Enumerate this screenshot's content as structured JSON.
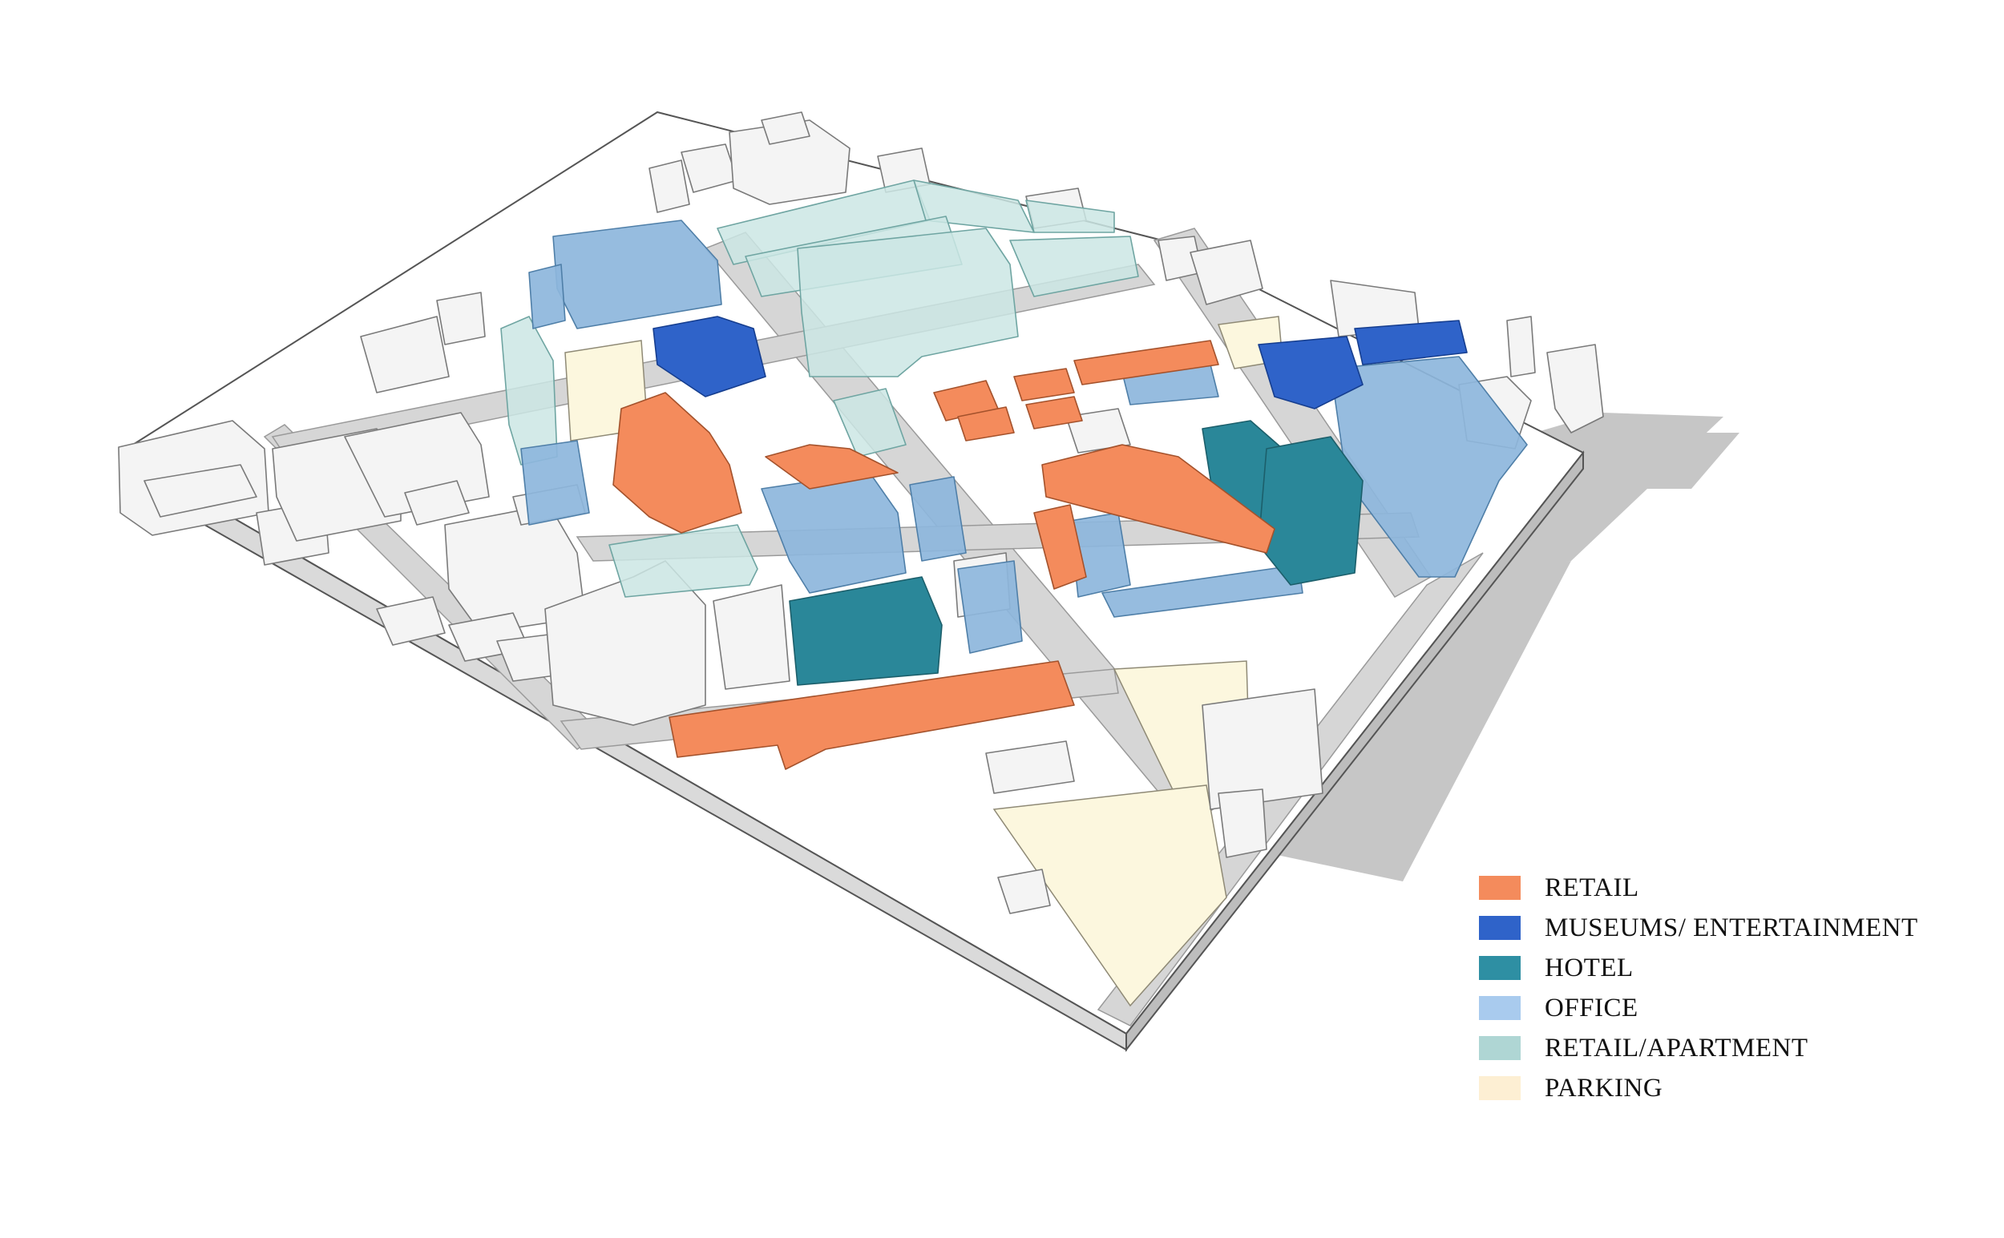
{
  "legend": {
    "items": [
      {
        "key": "retail",
        "label": "RETAIL",
        "color": "#F48B5C"
      },
      {
        "key": "museums",
        "label": "MUSEUMS/ ENTERTAINMENT",
        "color": "#2F63C9"
      },
      {
        "key": "hotel",
        "label": "HOTEL",
        "color": "#2E8FA3"
      },
      {
        "key": "office",
        "label": "OFFICE",
        "color": "#A9CBEE"
      },
      {
        "key": "retail_apartment",
        "label": "RETAIL/APARTMENT",
        "color": "#AFD6D4"
      },
      {
        "key": "parking",
        "label": "PARKING",
        "color": "#FDEFD3"
      }
    ]
  },
  "colors": {
    "ground": "#FFFFFF",
    "street": "#D4D4D4",
    "shadow": "#C4C4C4",
    "context_building": "#F4F4F4",
    "outline": "#7A7A7A",
    "retail_fill": "#F48B5C",
    "museums_fill": "#2F63C9",
    "hotel_fill": "#2A8799",
    "office_fill": "#8FB8DD",
    "retail_apartment_fill": "#C9E6E4",
    "parking_fill": "#FCF7DE"
  }
}
